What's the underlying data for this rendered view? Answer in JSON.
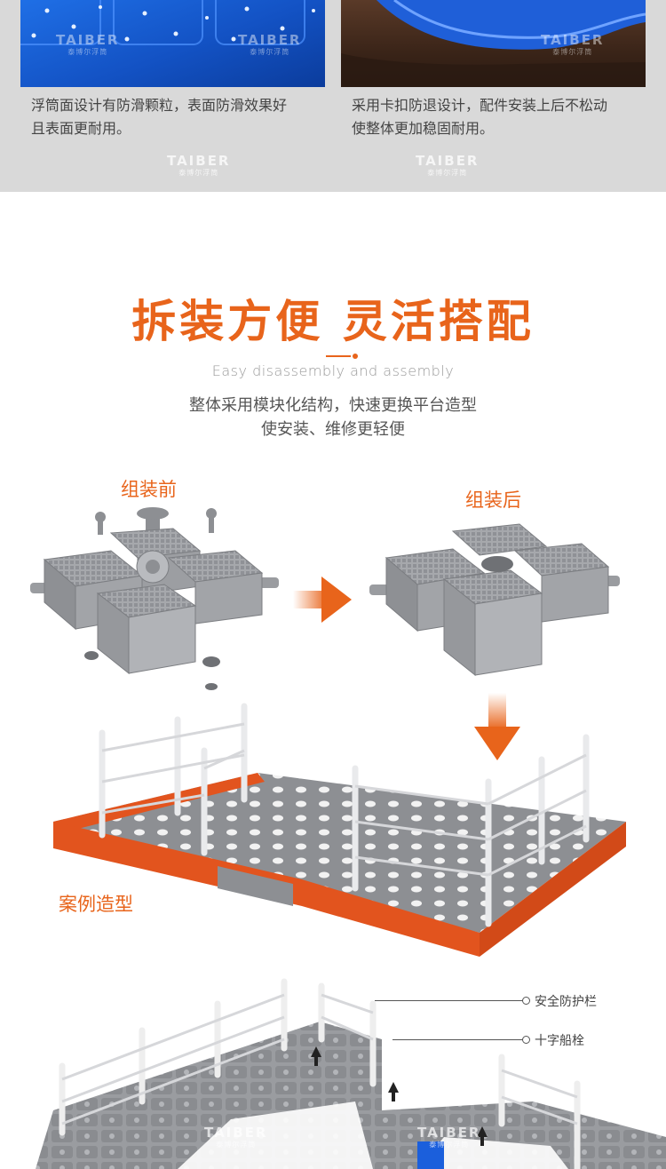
{
  "features": [
    {
      "text_line1": "浮筒面设计有防滑颗粒，表面防滑效果好",
      "text_line2": "且表面更耐用。"
    },
    {
      "text_line1": "采用卡扣防退设计，配件安装上后不松动",
      "text_line2": "使整体更加稳固耐用。"
    }
  ],
  "watermark": {
    "brand": "TAIBER",
    "sub": "泰博尔浮筒"
  },
  "section": {
    "title": "拆装方便  灵活搭配",
    "subtitle_en": "Easy disassembly and assembly",
    "desc_line1": "整体采用模块化结构，快速更换平台造型",
    "desc_line2": "使安装、维修更轻便"
  },
  "stages": {
    "before": "组装前",
    "after": "组装后",
    "example": "案例造型"
  },
  "callouts": {
    "railing": "安全防护栏",
    "bollard": "十字船栓"
  },
  "colors": {
    "accent": "#e8641b",
    "float_grey": "#8d8f93",
    "float_orange": "#e2541e",
    "blue": "#1b5fdc"
  }
}
